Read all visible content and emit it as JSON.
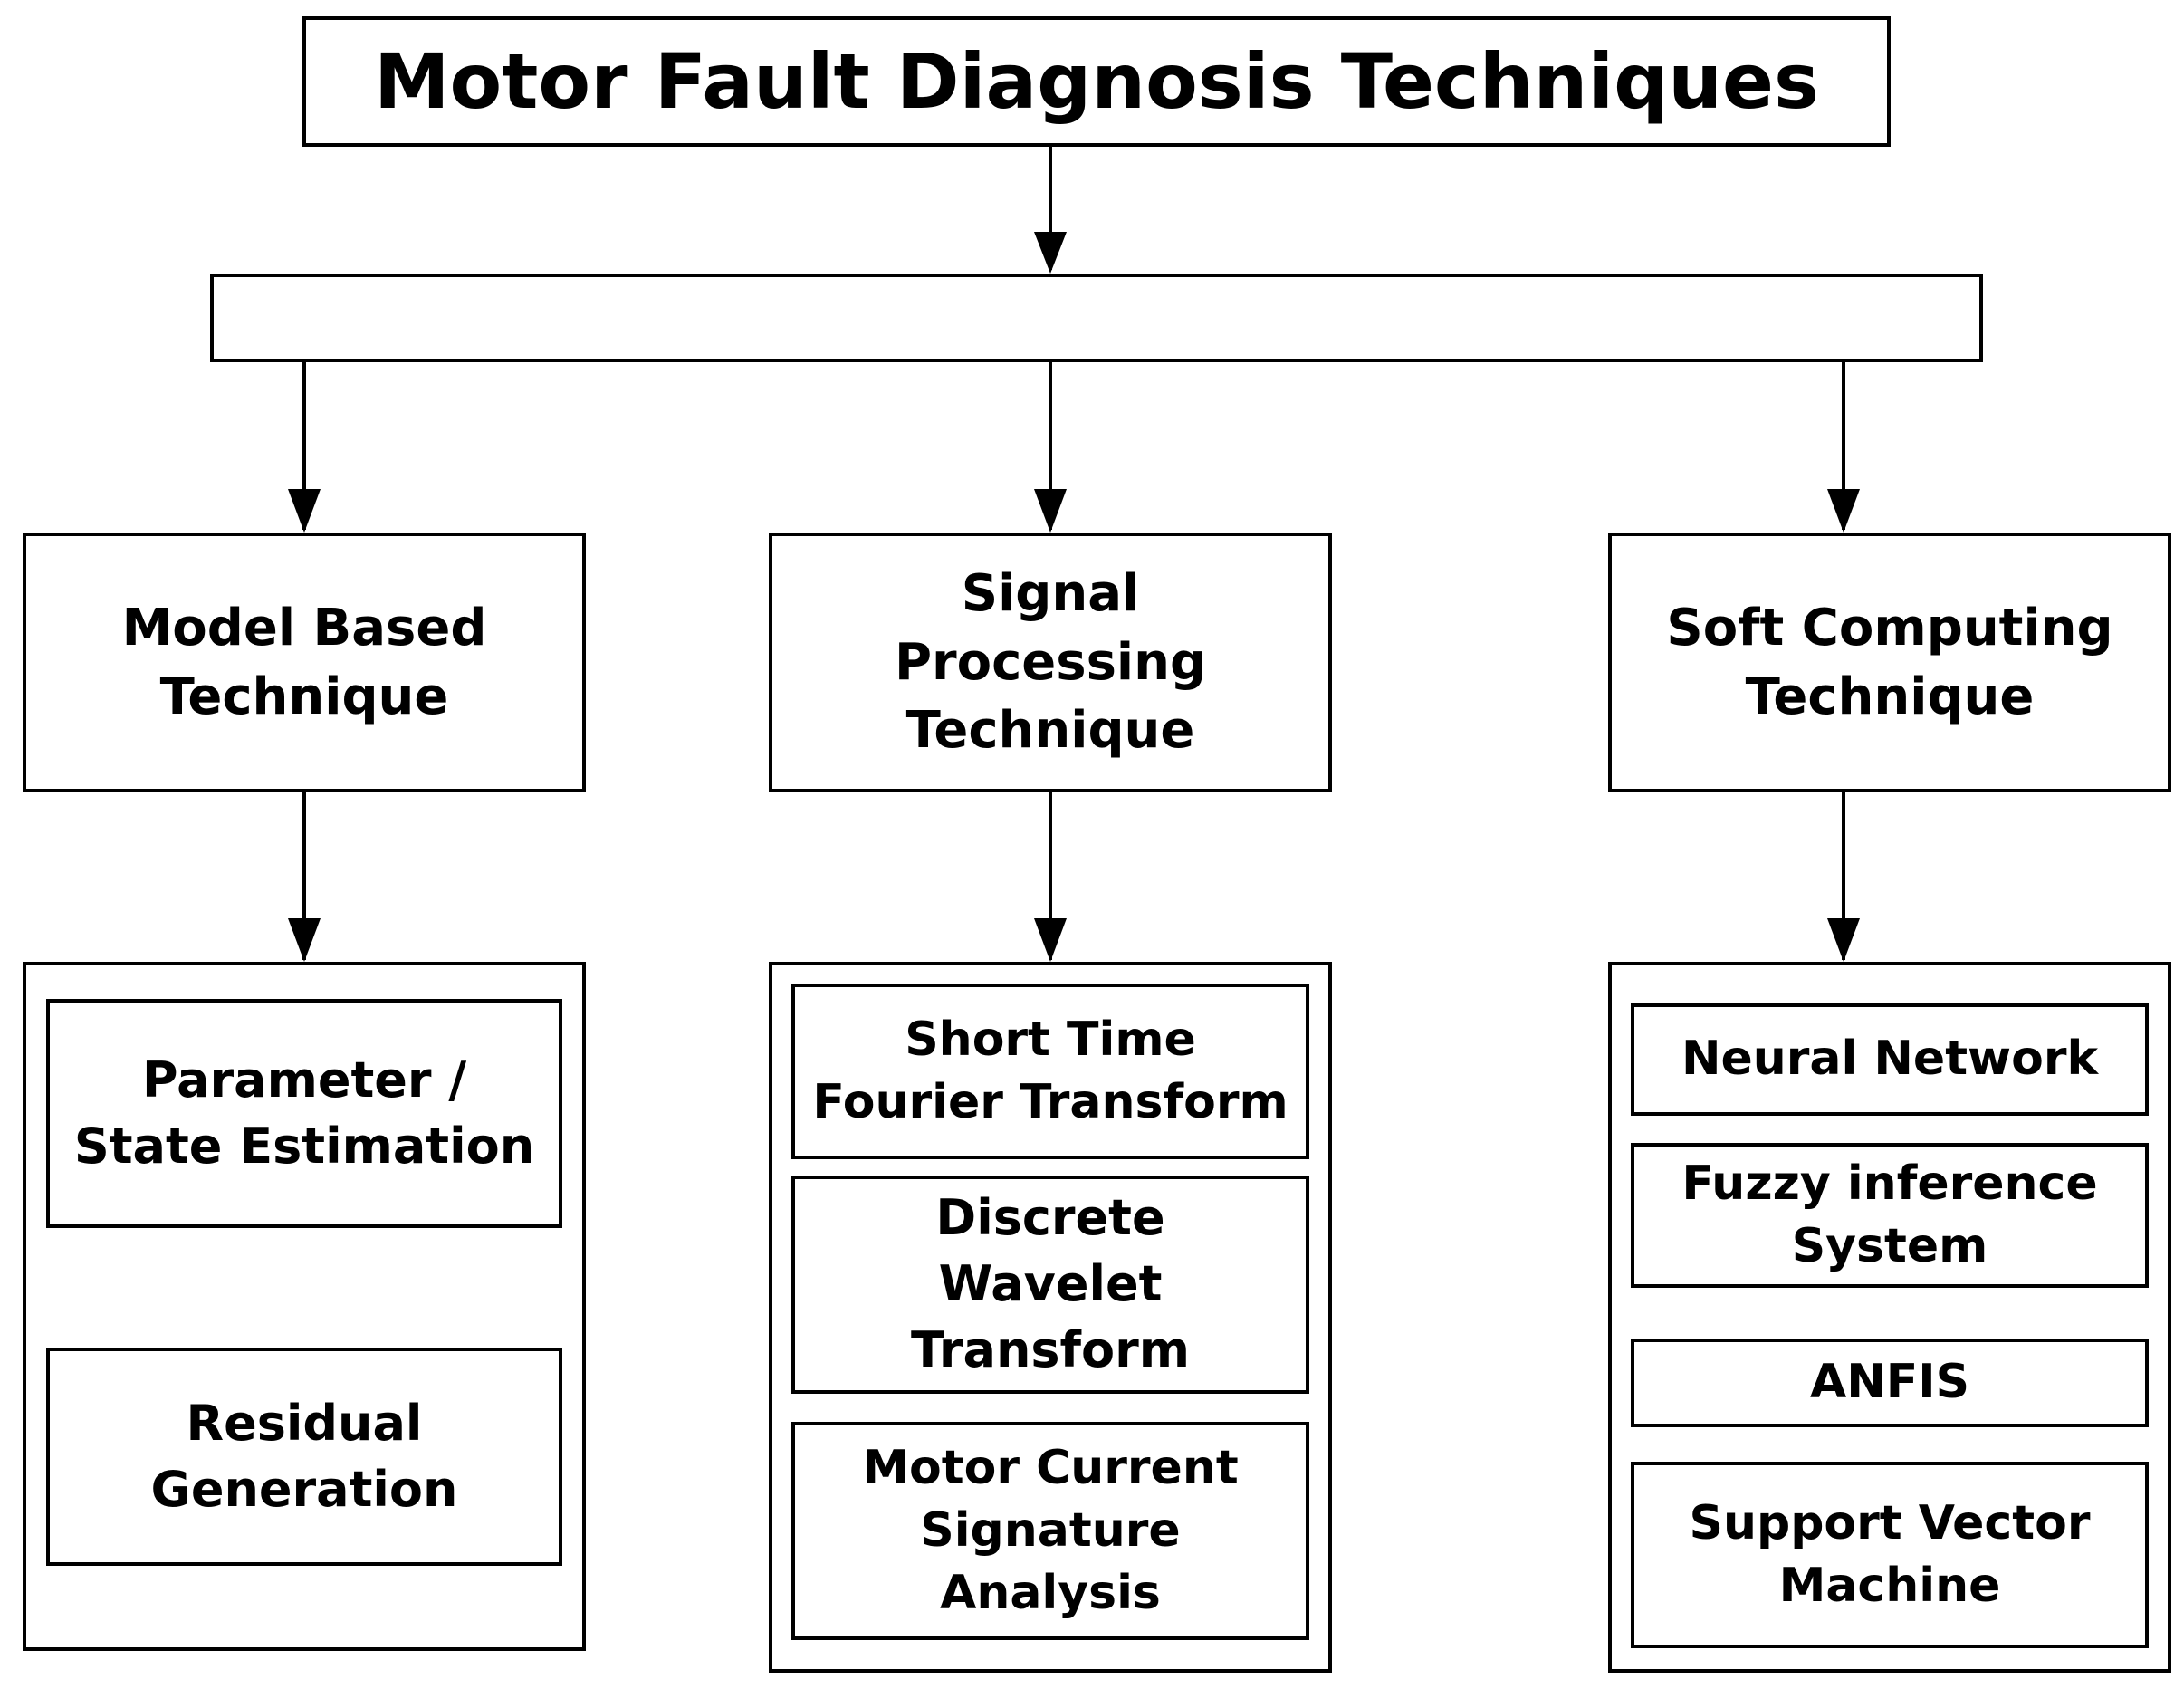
{
  "title": "Motor Fault Diagnosis Techniques",
  "categories": [
    {
      "label": "Model Based\nTechnique",
      "items": [
        "Parameter /\nState Estimation",
        "Residual\nGeneration"
      ]
    },
    {
      "label": "Signal\nProcessing\nTechnique",
      "items": [
        "Short Time\nFourier Transform",
        "Discrete\nWavelet\nTransform",
        "Motor Current\nSignature\nAnalysis"
      ]
    },
    {
      "label": "Soft Computing\nTechnique",
      "items": [
        "Neural Network",
        "Fuzzy inference\nSystem",
        "ANFIS",
        "Support Vector\nMachine"
      ]
    }
  ]
}
